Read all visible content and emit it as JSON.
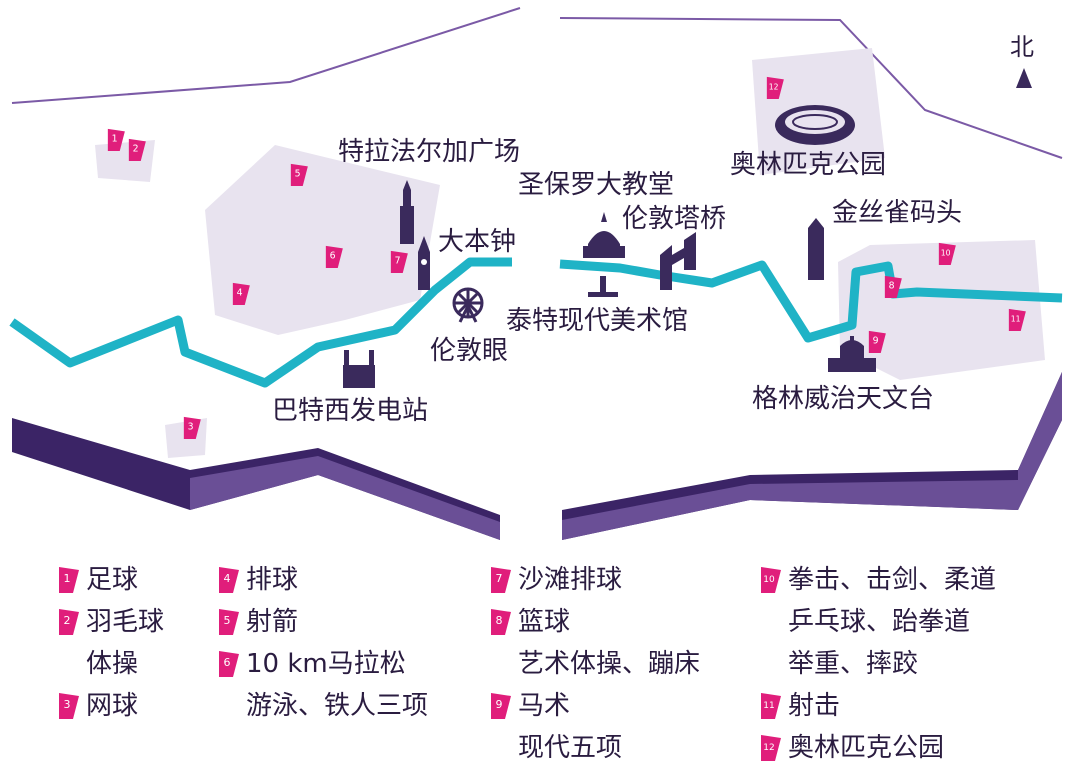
{
  "north_label": "北",
  "places": {
    "trafalgar": "特拉法尔加广场",
    "big_ben": "大本钟",
    "london_eye": "伦敦眼",
    "battersea": "巴特西发电站",
    "st_pauls": "圣保罗大教堂",
    "tower_bridge": "伦敦塔桥",
    "tate_modern": "泰特现代美术馆",
    "olympic_park": "奥林匹克公园",
    "canary_wharf": "金丝雀码头",
    "greenwich": "格林威治天文台"
  },
  "venue_numbers": [
    "1",
    "2",
    "3",
    "4",
    "5",
    "6",
    "7",
    "8",
    "9",
    "10",
    "11",
    "12"
  ],
  "legend": [
    {
      "num": "1",
      "lines": [
        "足球"
      ]
    },
    {
      "num": "2",
      "lines": [
        "羽毛球",
        "体操"
      ]
    },
    {
      "num": "3",
      "lines": [
        "网球"
      ]
    },
    {
      "num": "4",
      "lines": [
        "排球"
      ]
    },
    {
      "num": "5",
      "lines": [
        "射箭"
      ]
    },
    {
      "num": "6",
      "lines": [
        "10 km马拉松",
        "游泳、铁人三项"
      ]
    },
    {
      "num": "7",
      "lines": [
        "沙滩排球"
      ]
    },
    {
      "num": "8",
      "lines": [
        "篮球",
        "艺术体操、蹦床"
      ]
    },
    {
      "num": "9",
      "lines": [
        "马术",
        "现代五项"
      ]
    },
    {
      "num": "10",
      "lines": [
        "拳击、击剑、柔道",
        "乒乓球、跆拳道",
        "举重、摔跤"
      ]
    },
    {
      "num": "11",
      "lines": [
        "射击"
      ]
    },
    {
      "num": "12",
      "lines": [
        "奥林匹克公园"
      ]
    }
  ],
  "colors": {
    "river": "#1fb3c6",
    "zone": "#e8e3ef",
    "boundary": "#7b5aa6",
    "wall_dark": "#3b2466",
    "wall_light": "#6a4f96",
    "marker": "#e01e7b",
    "landmark": "#3a2a5c"
  }
}
